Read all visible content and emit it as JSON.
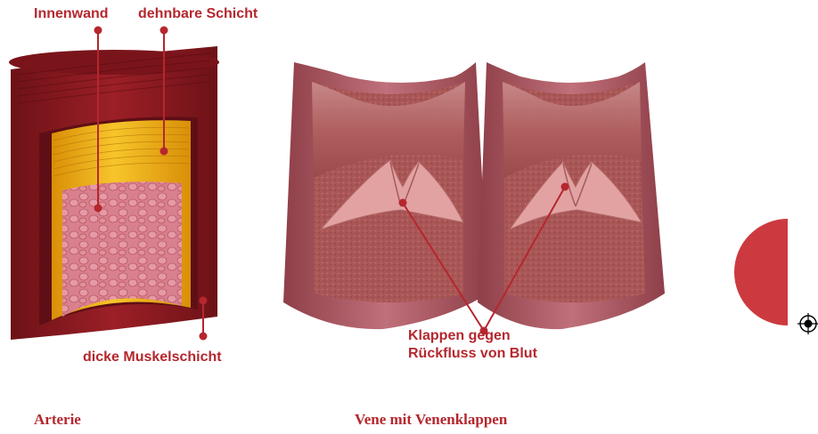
{
  "labels": {
    "innenwand": "Innenwand",
    "dehnbare_schicht": "dehnbare Schicht",
    "dicke_muskelschicht": "dicke Muskelschicht",
    "klappen_line1": "Klappen gegen",
    "klappen_line2": "Rückfluss von Blut"
  },
  "captions": {
    "arterie": "Arterie",
    "vene": "Vene mit Venenklappen"
  },
  "colors": {
    "accent": "#b5272e",
    "muscle": "#8e1b22",
    "elastic": "#f2b51a",
    "intima": "#d77a86",
    "vein": "#b35a5a",
    "tab": "#cc3a3f"
  },
  "icons": [
    "registration-mark-icon"
  ]
}
